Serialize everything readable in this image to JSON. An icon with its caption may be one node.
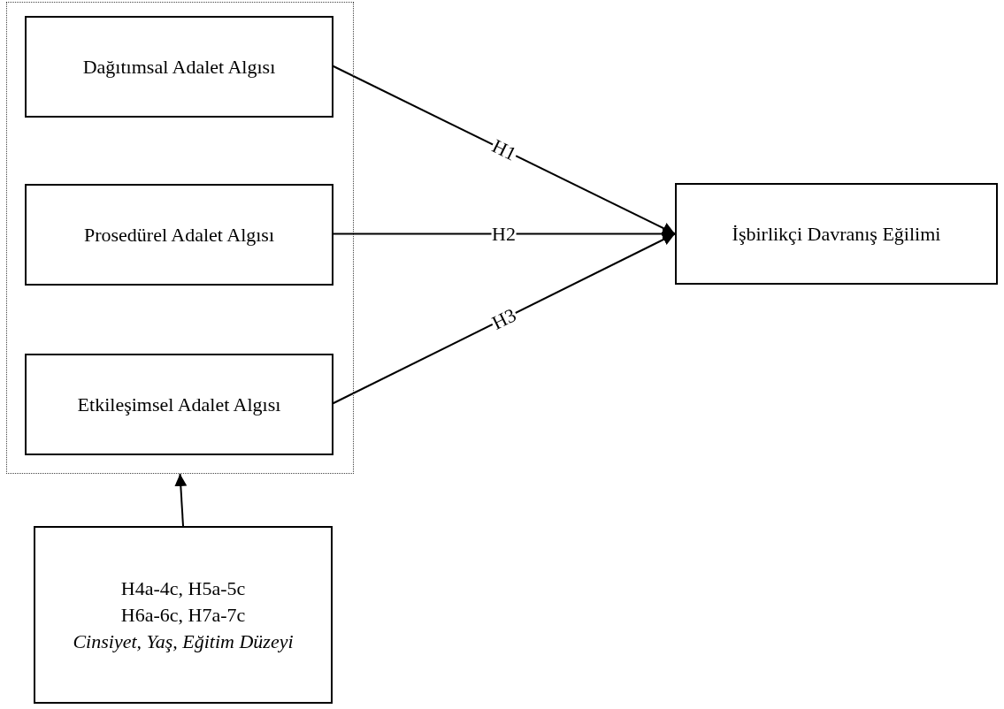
{
  "diagram": {
    "nodes": [
      {
        "text": [],
        "shape": "box"
      },
      {
        "text": [
          "Dağıtımsal Adalet Algısı"
        ],
        "in": 0
      },
      {
        "text": [
          "Prosedürel Adalet Algısı"
        ],
        "in": 0
      },
      {
        "text": [
          "Etkileşimsel Adalet Algısı"
        ],
        "in": 0
      },
      {
        "text": [
          "İşbirlikçi Davranış Eğilimi"
        ]
      },
      {
        "text": [
          "H4a-4c, H5a-5c",
          "H6a-6c, H7a-7c",
          "Cinsiyet, Yaş, Eğitim Düzeyi"
        ]
      }
    ],
    "edges": [
      {
        "from": 1,
        "to": 4,
        "arrow": "to",
        "label": "H1"
      },
      {
        "from": 2,
        "to": 4,
        "arrow": "to",
        "label": "H2"
      },
      {
        "from": 3,
        "to": 4,
        "arrow": "to",
        "label": "H3"
      },
      {
        "from": 5,
        "to": 0,
        "arrow": "to"
      }
    ]
  }
}
